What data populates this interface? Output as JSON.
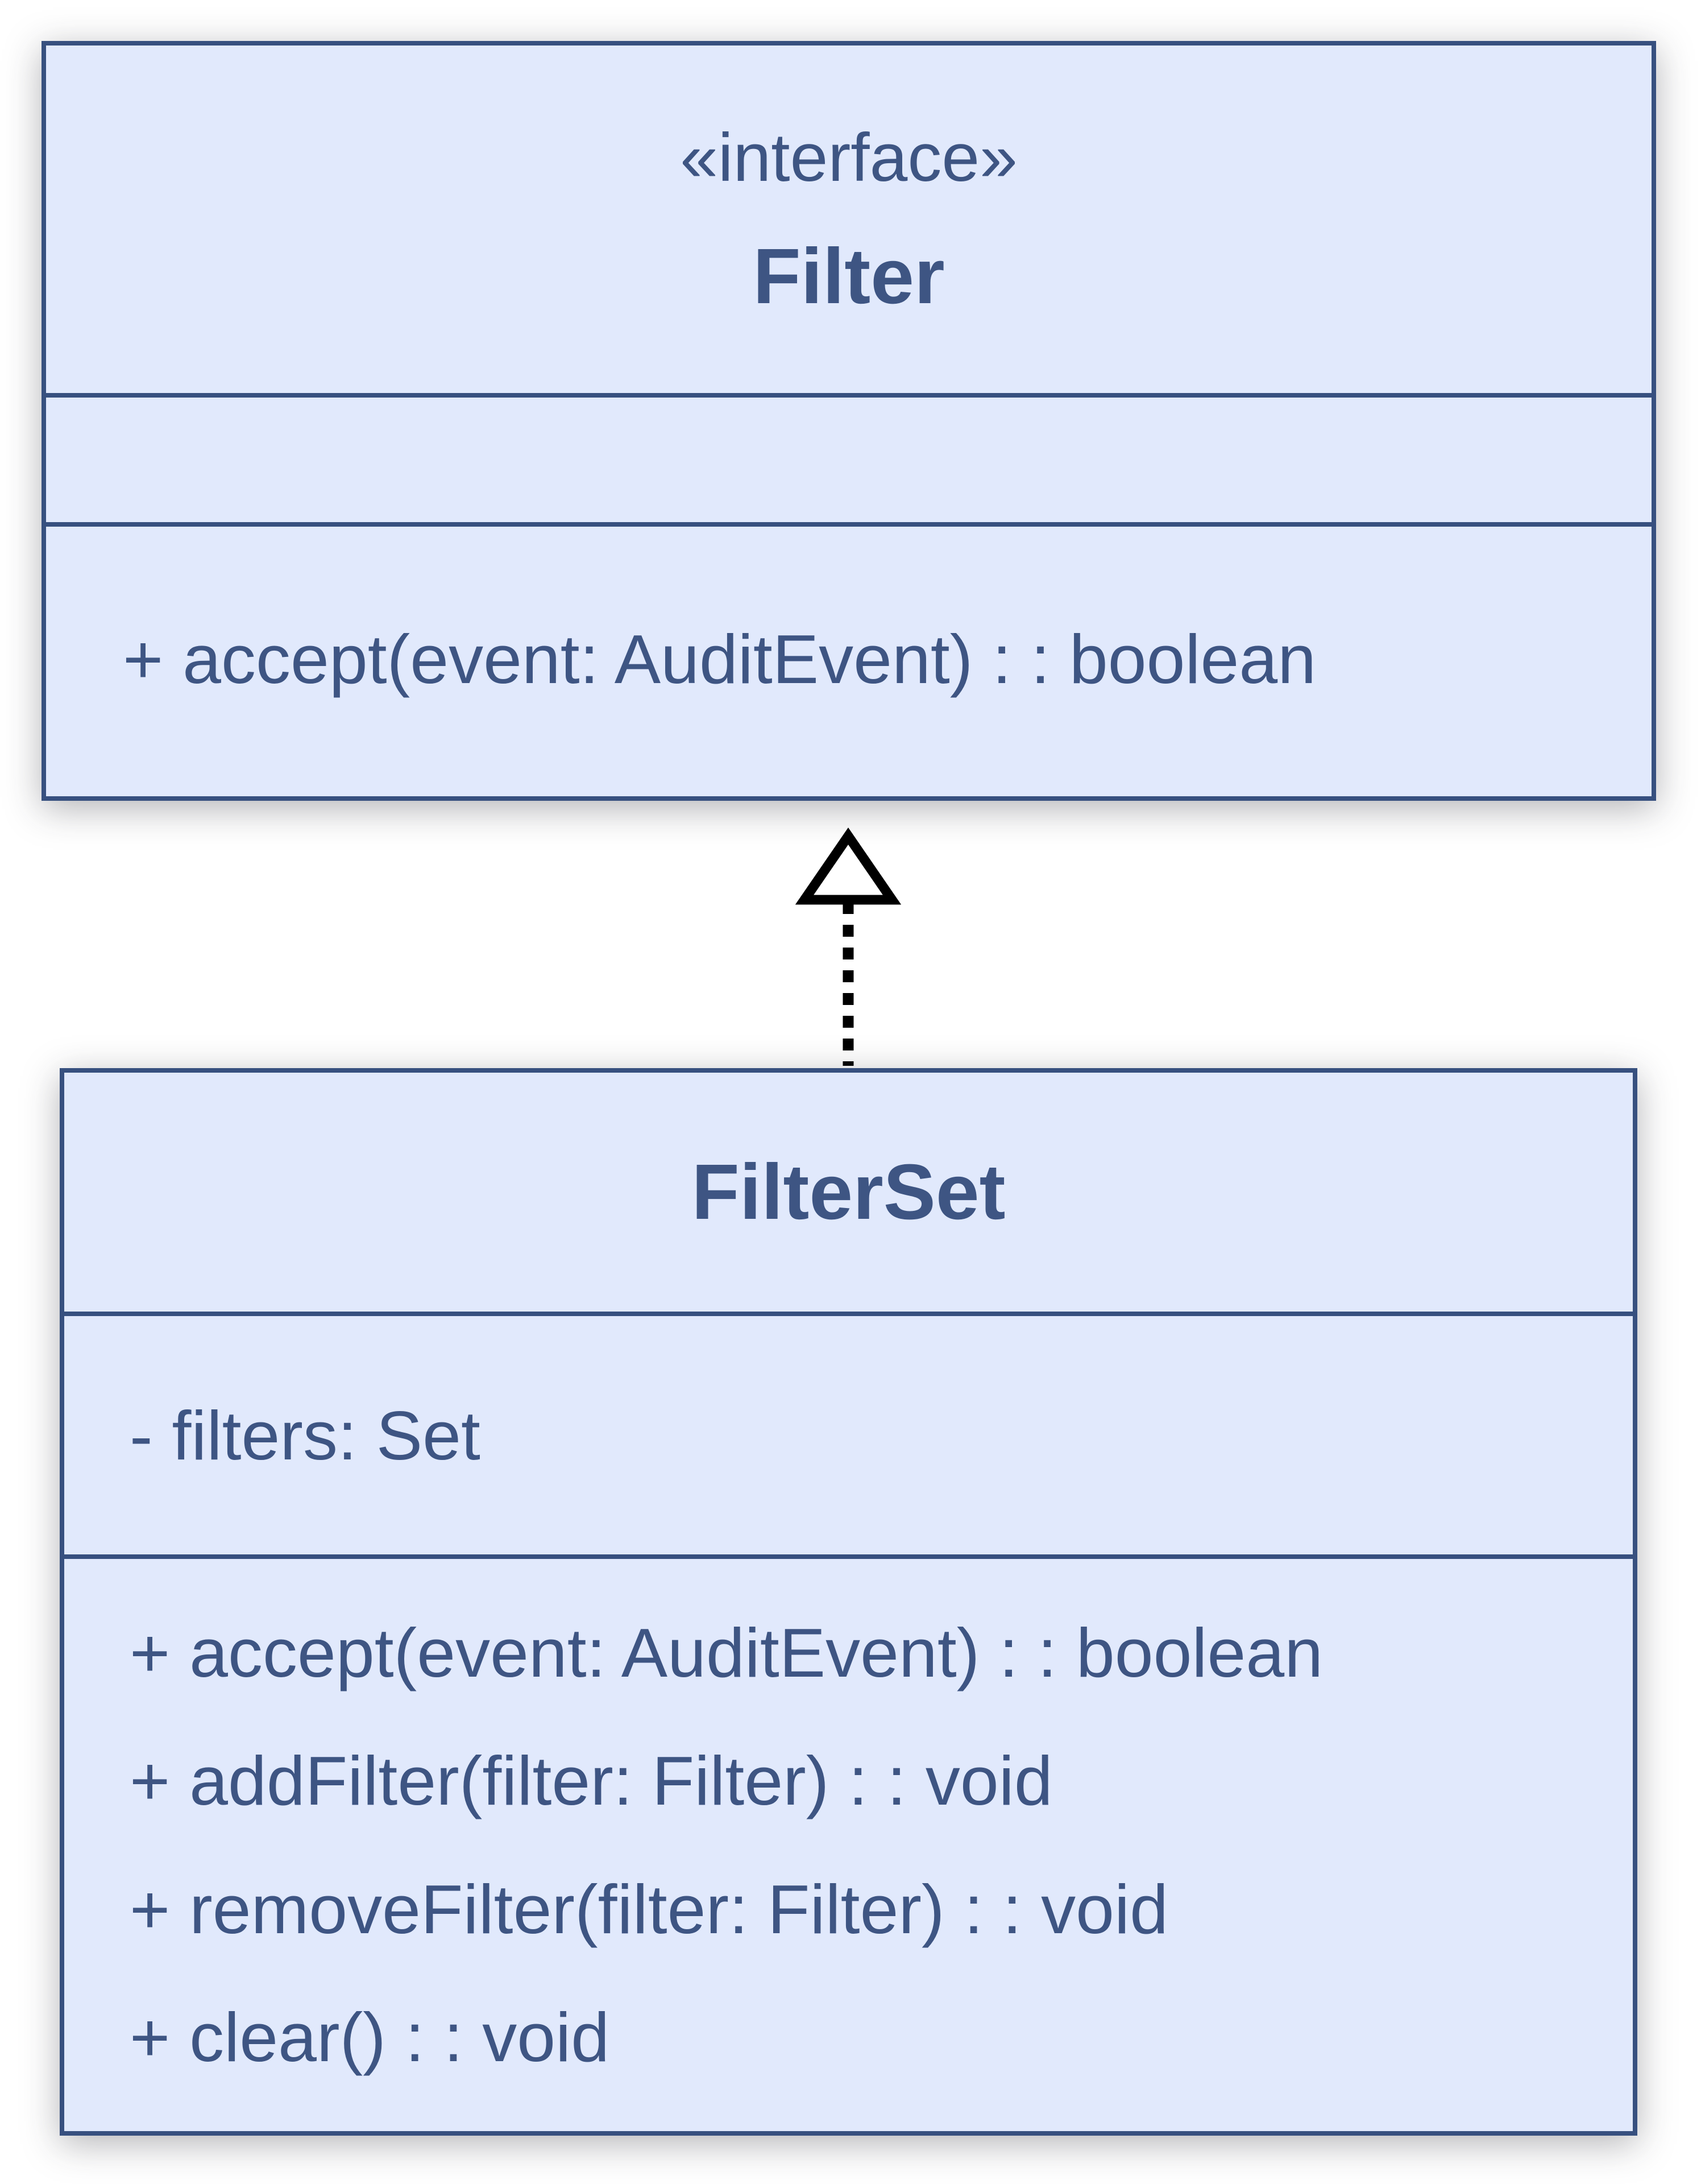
{
  "diagram": {
    "type": "uml-class-diagram",
    "colors": {
      "box_fill": "#e1e9fc",
      "box_border": "#37507f",
      "text": "#3e5583",
      "arrow": "#000000",
      "background": "#ffffff"
    },
    "relationship": {
      "kind": "realization",
      "from": "FilterSet",
      "to": "Filter",
      "style": "dashed-line-hollow-triangle"
    },
    "interface": {
      "stereotype": "«interface»",
      "name": "Filter",
      "attributes": [],
      "methods": {
        "0": "+ accept(event: AuditEvent) : : boolean"
      }
    },
    "filterset": {
      "name": "FilterSet",
      "attributes": {
        "0": "- filters: Set"
      },
      "methods": {
        "0": "+ accept(event: AuditEvent) : : boolean",
        "1": "+ addFilter(filter: Filter) : : void",
        "2": "+ removeFilter(filter: Filter) : : void",
        "3": "+ clear() : : void"
      }
    }
  }
}
